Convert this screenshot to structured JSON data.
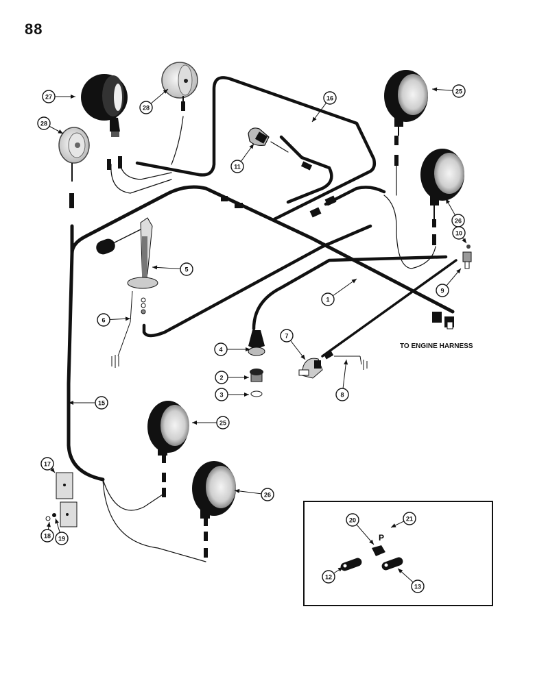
{
  "page": {
    "number": "88"
  },
  "labels": {
    "engine_harness": "TO ENGINE HARNESS"
  },
  "inset": {
    "letter": "P"
  },
  "callouts": [
    {
      "id": "c27",
      "text": "27"
    },
    {
      "id": "c28a",
      "text": "28"
    },
    {
      "id": "c28b",
      "text": "28"
    },
    {
      "id": "c16",
      "text": "16"
    },
    {
      "id": "c25a",
      "text": "25"
    },
    {
      "id": "c26a",
      "text": "26"
    },
    {
      "id": "c11",
      "text": "11"
    },
    {
      "id": "c10",
      "text": "10"
    },
    {
      "id": "c9",
      "text": "9"
    },
    {
      "id": "c5",
      "text": "5"
    },
    {
      "id": "c1",
      "text": "1"
    },
    {
      "id": "c6",
      "text": "6"
    },
    {
      "id": "c4",
      "text": "4"
    },
    {
      "id": "c7",
      "text": "7"
    },
    {
      "id": "c2",
      "text": "2"
    },
    {
      "id": "c3",
      "text": "3"
    },
    {
      "id": "c8",
      "text": "8"
    },
    {
      "id": "c15",
      "text": "15"
    },
    {
      "id": "c25b",
      "text": "25"
    },
    {
      "id": "c26b",
      "text": "26"
    },
    {
      "id": "c17",
      "text": "17"
    },
    {
      "id": "c18",
      "text": "18"
    },
    {
      "id": "c19",
      "text": "19"
    },
    {
      "id": "c20",
      "text": "20"
    },
    {
      "id": "c21",
      "text": "21"
    },
    {
      "id": "c12",
      "text": "12"
    },
    {
      "id": "c13",
      "text": "13"
    }
  ]
}
